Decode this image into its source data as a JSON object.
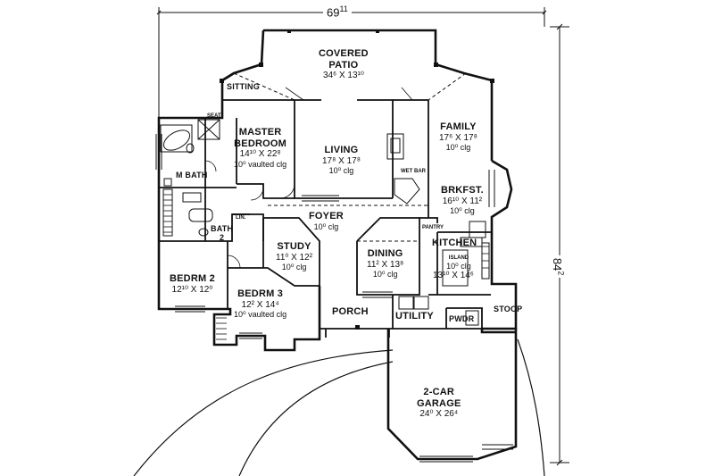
{
  "dimensions": {
    "width_label": "69",
    "width_sup": "11",
    "depth_label": "84",
    "depth_sup": "2"
  },
  "rooms": {
    "covered_patio": {
      "name1": "COVERED",
      "name2": "PATIO",
      "size": "34⁶ X 13¹⁰"
    },
    "sitting": {
      "name": "SITTING"
    },
    "seat": {
      "name": "SEAT"
    },
    "master_bedroom": {
      "name1": "MASTER",
      "name2": "BEDROOM",
      "size": "14¹⁰ X 22⁸",
      "ceiling": "10⁰ vaulted clg"
    },
    "living": {
      "name": "LIVING",
      "size": "17⁸ X 17⁸",
      "ceiling": "10⁰ clg"
    },
    "family": {
      "name": "FAMILY",
      "size": "17⁶ X 17⁸",
      "ceiling": "10⁰ clg"
    },
    "wet_bar": {
      "name": "WET BAR"
    },
    "m_bath": {
      "name": "M BATH"
    },
    "brkfst": {
      "name": "BRKFST.",
      "size": "16¹⁰ X 11²",
      "ceiling": "10⁰ clg"
    },
    "lin": {
      "name": "LIN."
    },
    "bath2": {
      "name1": "BATH",
      "name2": "2"
    },
    "foyer": {
      "name": "FOYER",
      "ceiling": "10⁰ clg"
    },
    "pantry": {
      "name": "PANTRY"
    },
    "kitchen": {
      "name": "KITCHEN"
    },
    "island": {
      "name": "ISLAND",
      "ceiling": "10⁰ clg",
      "size": "13¹⁰ X 14⁶"
    },
    "study": {
      "name": "STUDY",
      "size": "11⁰ X 12²",
      "ceiling": "10⁰ clg"
    },
    "dining": {
      "name": "DINING",
      "size": "11² X 13⁸",
      "ceiling": "10⁰ clg"
    },
    "bedrm2": {
      "name": "BEDRM 2",
      "size": "12¹⁰ X 12⁰"
    },
    "bedrm3": {
      "name": "BEDRM 3",
      "size": "12² X 14⁴",
      "ceiling": "10⁰ vaulted clg"
    },
    "porch": {
      "name": "PORCH"
    },
    "utility": {
      "name": "UTILITY"
    },
    "pwdr": {
      "name": "PWDR"
    },
    "stoop": {
      "name": "STOOP"
    },
    "garage": {
      "name1": "2-CAR",
      "name2": "GARAGE",
      "size": "24⁰ X 26⁴"
    }
  }
}
